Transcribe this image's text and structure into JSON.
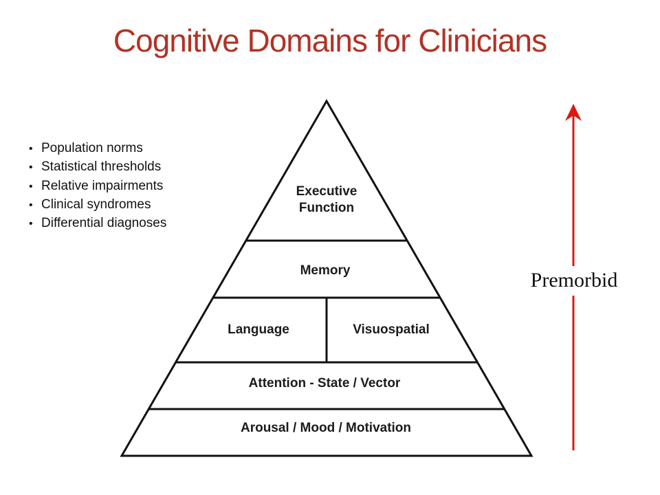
{
  "slide": {
    "title": "Cognitive Domains for Clinicians",
    "title_color": "#B23225",
    "background": "#FFFFFF"
  },
  "bullet_list": {
    "glyph": "•",
    "items": [
      "Population norms",
      "Statistical thresholds",
      "Relative impairments",
      "Clinical syndromes",
      "Differential diagnoses"
    ]
  },
  "pyramid": {
    "line_color": "#111111",
    "label_color": "#1B1B1B",
    "rows": [
      {
        "cells": [
          "Executive Function"
        ]
      },
      {
        "cells": [
          "Memory"
        ]
      },
      {
        "cells": [
          "Language",
          "Visuospatial"
        ]
      },
      {
        "cells": [
          "Attention - State / Vector"
        ]
      },
      {
        "cells": [
          "Arousal / Mood / Motivation"
        ]
      }
    ]
  },
  "premorbid_arrow": {
    "label": "Premorbid",
    "color": "#DC1810",
    "direction": "up"
  }
}
